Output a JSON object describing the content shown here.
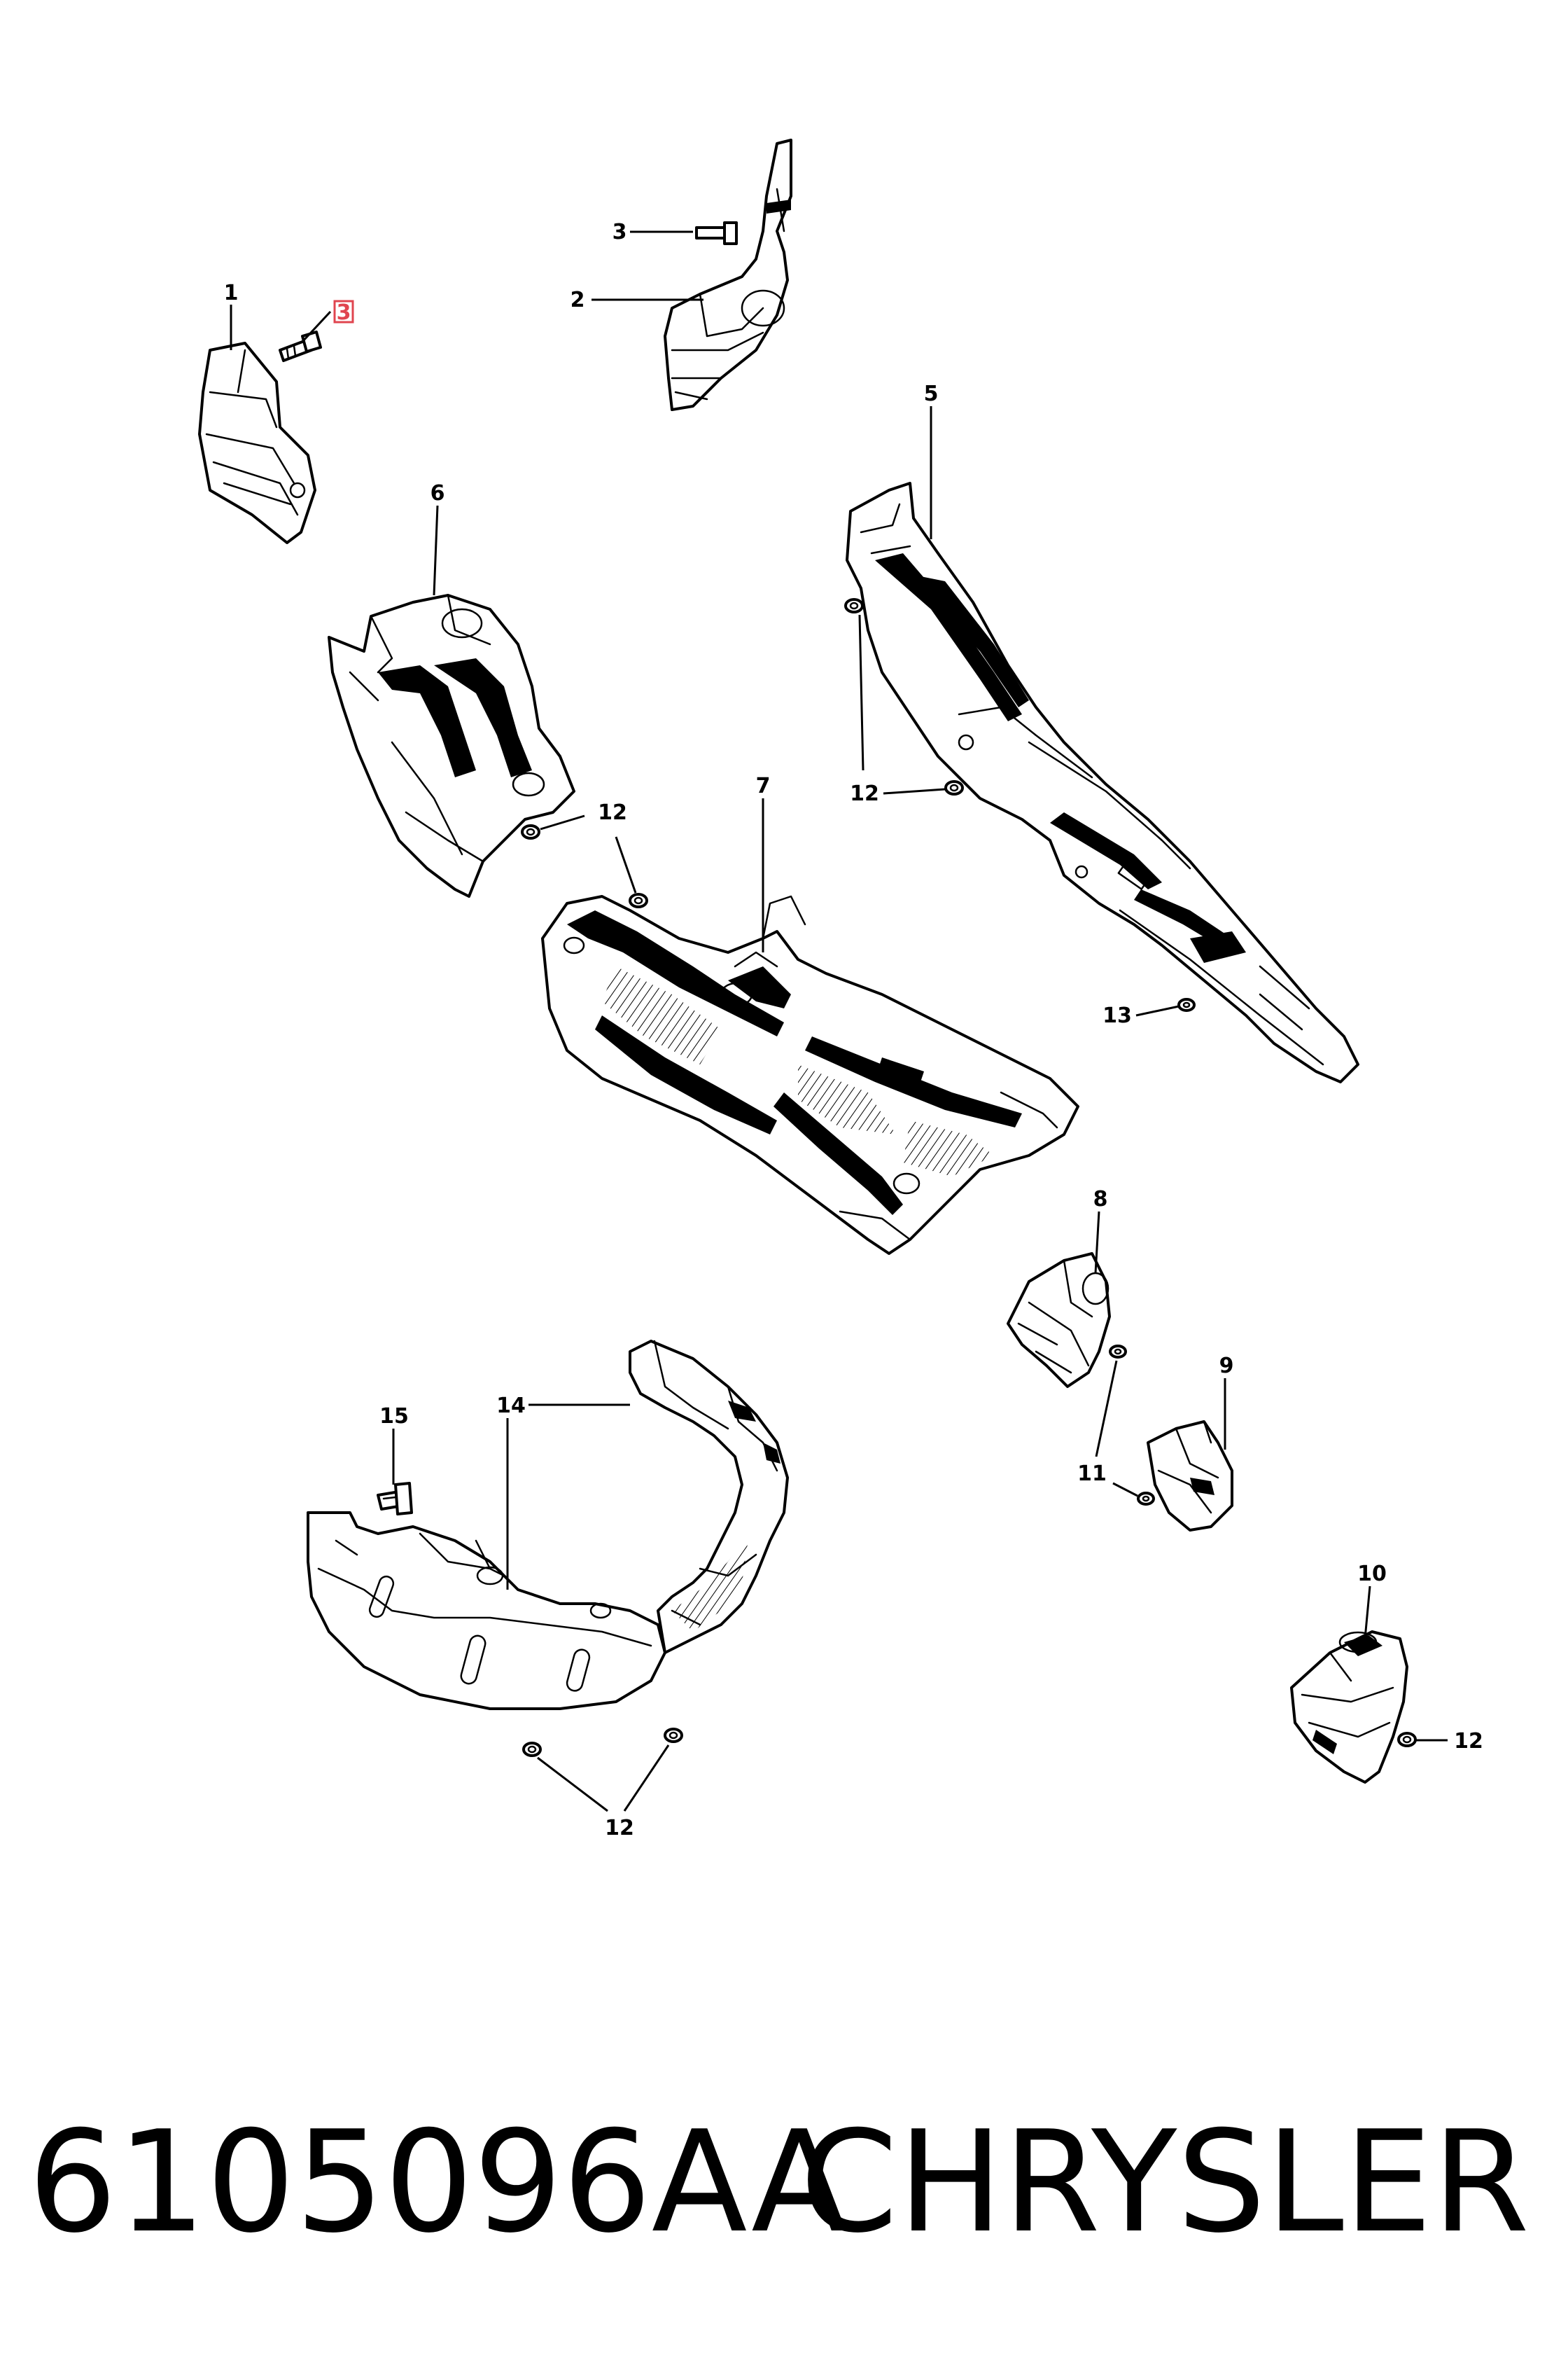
{
  "diagram": {
    "callouts": {
      "c1": "1",
      "c2": "2",
      "c3a": "3",
      "c3b": "3",
      "c5": "5",
      "c6": "6",
      "c7": "7",
      "c8": "8",
      "c9": "9",
      "c10": "10",
      "c11": "11",
      "c12a": "12",
      "c12b": "12",
      "c12c": "12",
      "c12d": "12",
      "c13": "13",
      "c14": "14",
      "c15": "15"
    },
    "highlight_color": "#e0454f"
  },
  "footer": {
    "part_number": "6105096AA",
    "brand": "CHRYSLER"
  }
}
